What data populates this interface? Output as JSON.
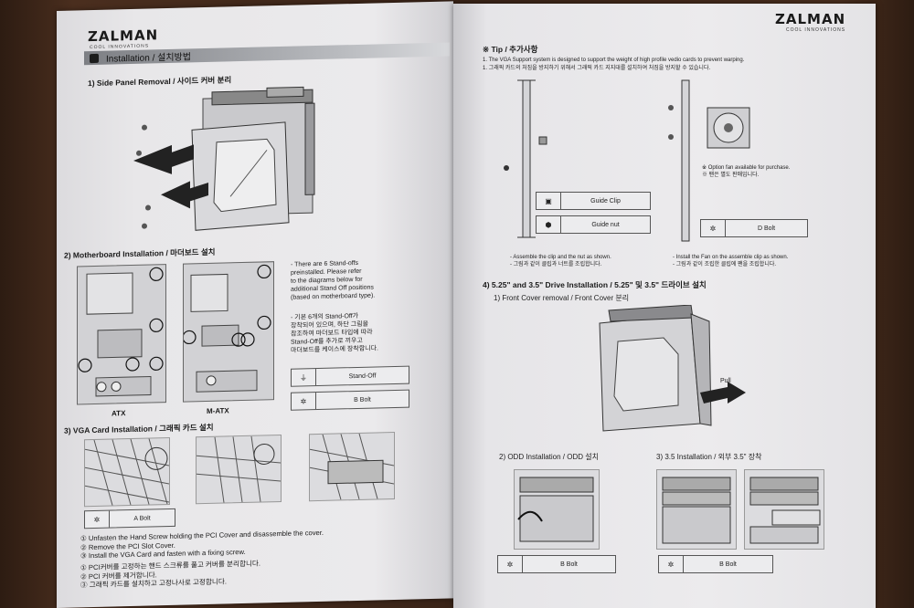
{
  "left_page": {
    "brand": "ZALMAN",
    "brand_sub": "COOL INNOVATIONS",
    "banner": "Installation / 설치방법",
    "sec1": "1) Side Panel Removal / 사이드 커버 분리",
    "sec2": "2) Motherboard Installation / 마더보드 설치",
    "sec2_text_en": [
      "- There are 6 Stand-offs",
      "preinstalled.  Please refer",
      "to the diagrams below for",
      "additional Stand Off positions",
      "(based on motherboard type)."
    ],
    "sec2_text_ko": [
      "- 기본 6개의 Stand-Off가",
      "장착되어 있으며, 하단 그림을",
      "참조하여 마더보드 타입에 따라",
      "Stand-Off를 추가로 끼우고",
      "마더보드를 케이스에 장착합니다."
    ],
    "legend_standoff": "Stand-Off",
    "legend_bbolt": "B Bolt",
    "atx_label": "ATX",
    "matx_label": "M-ATX",
    "sec3": "3) VGA Card Installation / 그래픽 카드 설치",
    "legend_abolt": "A Bolt",
    "steps_en": [
      "① Unfasten the Hand Screw holding the PCI Cover and disassemble the cover.",
      "② Remove the PCI Slot Cover.",
      "③ Install the VGA Card and fasten with a fixing screw."
    ],
    "steps_ko": [
      "① PCI커버를 고정하는 핸드 스크류를 풀고 커버를 분리합니다.",
      "② PCI 커버를 제거합니다.",
      "③ 그래픽 카드를 설치하고 고정나사로 고정합니다."
    ]
  },
  "right_page": {
    "brand": "ZALMAN",
    "brand_sub": "COOL INNOVATIONS",
    "tip_title": "※ Tip / 추가사항",
    "tip_en": "1. The VGA Support system is designed to support the weight of high profile vedio cards to prevent warping.",
    "tip_ko": "1. 그래픽 카드의 처짐을 방지하기 위해서 그래픽 카드 지지대를 설치하여 처짐을 방지할 수 있습니다.",
    "legend_guide_clip": "Guide Clip",
    "legend_guide_nut": "Guide nut",
    "legend_dbolt": "D Bolt",
    "fan_note_en": "※ Option fan available for purchase.",
    "fan_note_ko": "※ 팬은 별도 판매입니다.",
    "assemble_en": "- Assemble the clip and the nut as shown.",
    "assemble_ko": "- 그림과 같이 클립과 너트를 조립합니다.",
    "install_fan_en": "- Install the Fan on the assemble clip as shown.",
    "install_fan_ko": "- 그림과 같이 조립한 클립에 팬을 조립합니다.",
    "sec4": "4) 5.25\" and 3.5\" Drive Installation / 5.25\" 및 3.5\" 드라이브 설치",
    "sub1": "1) Front Cover removal / Front Cover 분리",
    "pull": "Pull",
    "sub2": "2) ODD Installation / ODD 설치",
    "sub3": "3) 3.5 Installation / 외부 3.5\" 장착",
    "legend_bbolt_1": "B Bolt",
    "legend_bbolt_2": "B Bolt"
  },
  "colors": {
    "paper": "#ebeaec",
    "desk": "#3a2418",
    "ink": "#1a1a1a",
    "banner": "#9a9ca0"
  }
}
